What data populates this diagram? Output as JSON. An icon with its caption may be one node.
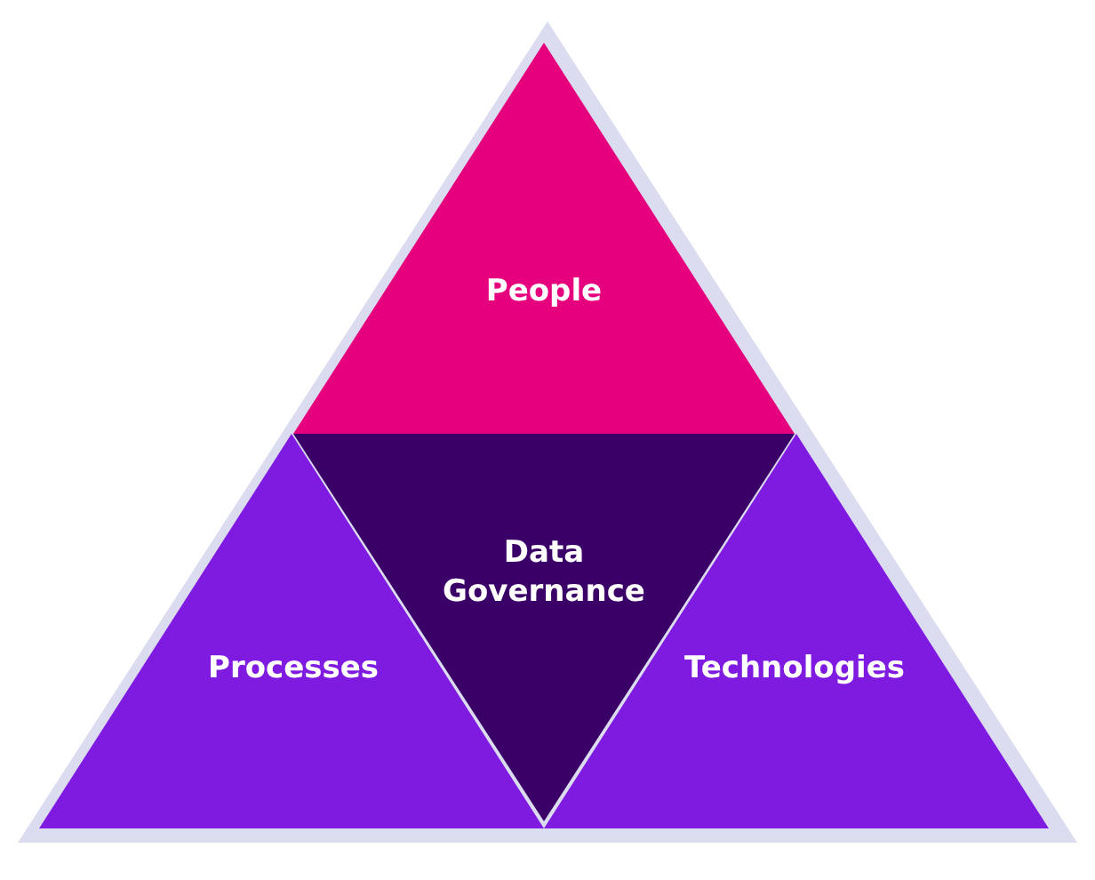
{
  "diagram": {
    "nodes": [
      {
        "text": [],
        "shape": "triangle"
      },
      {
        "text": [
          "People"
        ],
        "in": 0
      },
      {
        "text": [
          "Processes"
        ],
        "in": 0
      },
      {
        "text": [
          "Data Governance"
        ],
        "in": 0
      },
      {
        "text": [
          "Technologies"
        ],
        "in": 0
      }
    ]
  }
}
